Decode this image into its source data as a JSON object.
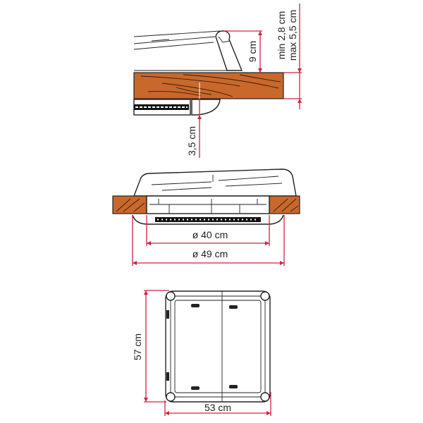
{
  "labels": {
    "height_lid": "9 cm",
    "roof_min": "min 2,8 cm",
    "roof_max": "max 5,5 cm",
    "interior_depth": "3,5 cm",
    "cutout_diameter": "ø 40 cm",
    "outer_diameter": "ø 49 cm",
    "length": "57 cm",
    "width": "53 cm"
  },
  "colors": {
    "dimension": "#d4213d",
    "wood": "#c8682c"
  }
}
